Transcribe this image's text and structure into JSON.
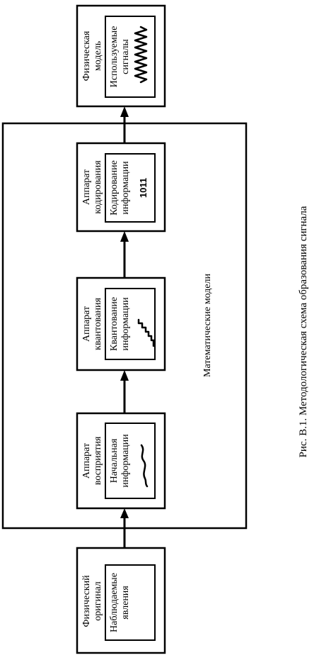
{
  "blocks": {
    "physical_model": {
      "title_line1": "Физическая",
      "title_line2": "модель",
      "inner_line1": "Используемые",
      "inner_line2": "сигналы",
      "icon": "wave-icon"
    },
    "coding": {
      "title_line1": "Аппарат",
      "title_line2": "кодирования",
      "inner_line1": "Кодирование",
      "inner_line2": "информации",
      "code": "1011"
    },
    "quantization": {
      "title_line1": "Аппарат",
      "title_line2": "квантования",
      "inner_line1": "Квантование",
      "inner_line2": "информации",
      "icon": "staircase-icon"
    },
    "perception": {
      "title_line1": "Аппарат",
      "title_line2": "восприятия",
      "inner_line1": "Начальная",
      "inner_line2": "информации",
      "icon": "curve-icon"
    },
    "physical_original": {
      "title_line1": "Физический",
      "title_line2": "оригинал",
      "inner_line1": "Наблюдаемые",
      "inner_line2": "явления"
    }
  },
  "math_models_label": "Математические модели",
  "caption": "Рис. В.1. Методологическая схема образования сигнала"
}
